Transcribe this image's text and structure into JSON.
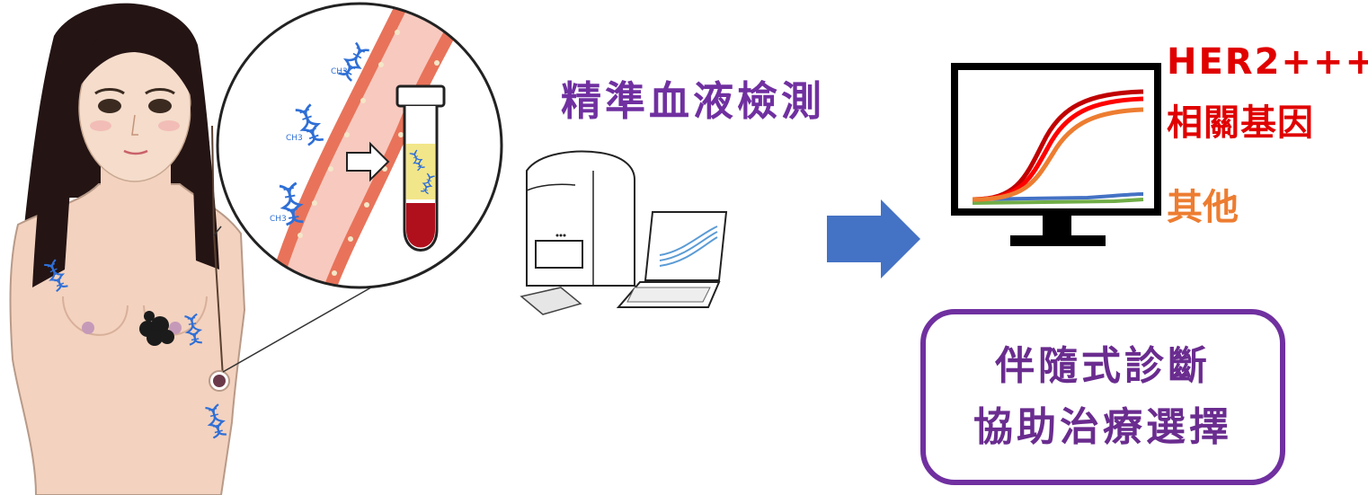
{
  "title": "精準血液檢測",
  "labels": {
    "her2": "HER2+++",
    "related_genes": "相關基因",
    "other": "其他"
  },
  "result_box": {
    "line1": "伴隨式診斷",
    "line2": "協助治療選擇"
  },
  "dna_label": "CH3",
  "colors": {
    "title": "#7030a0",
    "her2": "#e00000",
    "other": "#ed7d31",
    "arrow": "#4472c4",
    "box_border": "#7030a0",
    "blood": "#b0101c",
    "plasma": "#f2e68a",
    "vessel": "#e8735a",
    "skin": "#f3d2bf",
    "dna": "#2f6fd6"
  }
}
